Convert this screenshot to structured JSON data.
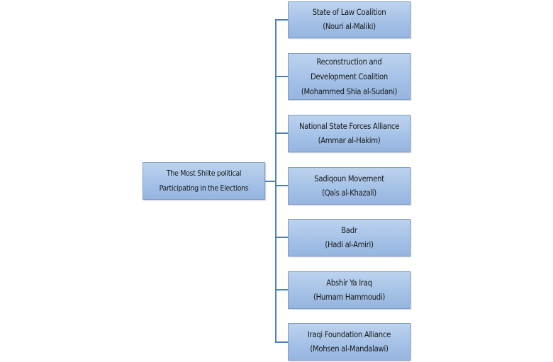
{
  "root": {
    "line1": "The Most Shiite political",
    "line2": "Participating in the Elections"
  },
  "children": [
    {
      "lines": [
        "State of Law Coalition",
        "(Nouri al-Maliki)"
      ]
    },
    {
      "lines": [
        "Reconstruction and",
        "Development Coalition",
        "(Mohammed Shia al-Sudani)"
      ]
    },
    {
      "lines": [
        "National State Forces Alliance",
        "(Ammar al-Hakim)"
      ]
    },
    {
      "lines": [
        "Sadiqoun Movement",
        "(Qais al-Khazali)"
      ]
    },
    {
      "lines": [
        "Badr",
        "(Hadi al-Amiri)"
      ]
    },
    {
      "lines": [
        "Abshir Ya Iraq",
        "(Humam Hammoudi)"
      ]
    },
    {
      "lines": [
        "Iraqi Foundation Alliance",
        "(Mohsen al-Mandalawi)"
      ]
    }
  ],
  "colors": {
    "connector": "#4f7fb4",
    "box_top": "#bcd3ee",
    "box_bottom": "#96b5df",
    "border": "#7f9cc4"
  }
}
